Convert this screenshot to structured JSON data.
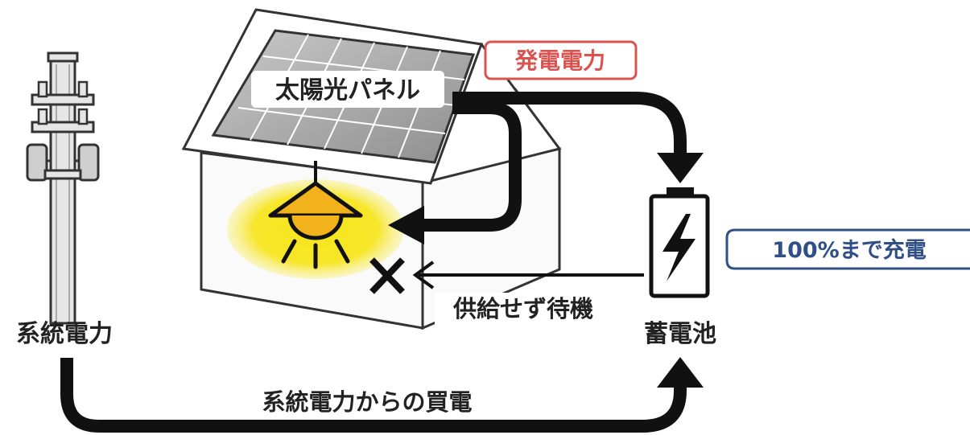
{
  "labels": {
    "solar_panel": "太陽光パネル",
    "generated_power": "発電電力",
    "charge_full": "100%まで充電",
    "standby": "供給せず待機",
    "grid_power": "系統電力",
    "battery": "蓄電池",
    "buy_from_grid": "系統電力からの買電"
  },
  "colors": {
    "generated_power_border": "#d9534f",
    "charge_border": "#2f4f86",
    "lamp_glow": "#f7e21a",
    "lamp": "#f2b21c",
    "arrow": "#111111"
  },
  "icons": {
    "utility_pole": "utility-pole-icon",
    "house": "house-icon",
    "solar_panel": "solar-panel-icon",
    "lamp": "ceiling-lamp-icon",
    "battery": "battery-bolt-icon",
    "cross": "cross-mark-icon"
  }
}
